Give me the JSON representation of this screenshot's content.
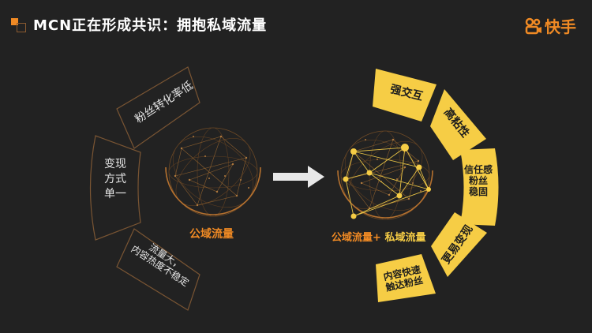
{
  "header": {
    "title": "MCN正在形成共识：拥抱私域流量",
    "brand_logo_text": "快手",
    "brand_color": "#f08a24"
  },
  "left_diagram": {
    "label": "公域流量",
    "segments": [
      {
        "text": "粉丝转化率低"
      },
      {
        "text": "变现\n方式\n单一"
      },
      {
        "text": "流量大，\n内容热度不稳定"
      }
    ],
    "segment_border_color": "#7a5533",
    "sphere_color": "#b87a3a"
  },
  "arrow": {
    "icon": "arrow-right-icon",
    "color": "#e8e8e8"
  },
  "right_diagram": {
    "label_public": "公域流量",
    "label_plus": "+",
    "label_private": "私域流量",
    "segments": [
      {
        "text": "强交互"
      },
      {
        "text": "高粘性"
      },
      {
        "text": "信任感\n粉丝\n稳固"
      },
      {
        "text": "更易变现"
      },
      {
        "text": "内容快速\n触达粉丝"
      }
    ],
    "segment_fill_color": "#f6cd45",
    "label_public_color": "#f08a24",
    "label_private_color": "#f6cd45"
  }
}
